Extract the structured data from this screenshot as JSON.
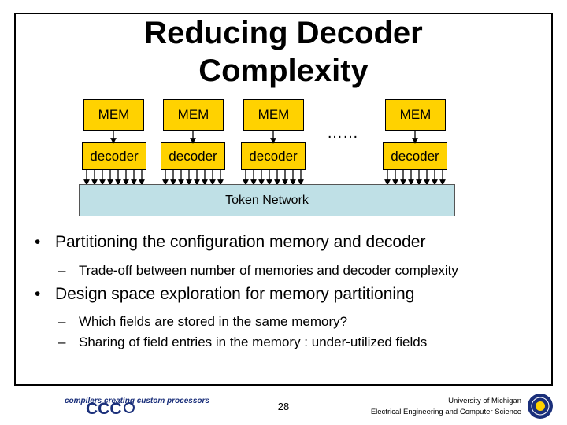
{
  "title": {
    "line1": "Reducing Decoder",
    "line2": "Complexity"
  },
  "diagram": {
    "mem_label": "MEM",
    "decoder_label": "decoder",
    "ellipsis": "……",
    "token_network": "Token Network",
    "block_color": "#ffd200",
    "network_color": "#bfe0e6"
  },
  "bullets": [
    {
      "text": "Partitioning the configuration memory and decoder",
      "subs": [
        "Trade-off between number of memories and decoder complexity"
      ]
    },
    {
      "text": "Design space exploration for memory partitioning",
      "subs": [
        "Which fields are stored in the same memory?",
        "Sharing of field entries in the memory : under-utilized fields"
      ]
    }
  ],
  "footer": {
    "logo_text": "CCC",
    "tagline": "compilers creating custom processors",
    "page_number": "28",
    "university_line1": "University of Michigan",
    "university_line2": "Electrical Engineering and Computer Science"
  }
}
